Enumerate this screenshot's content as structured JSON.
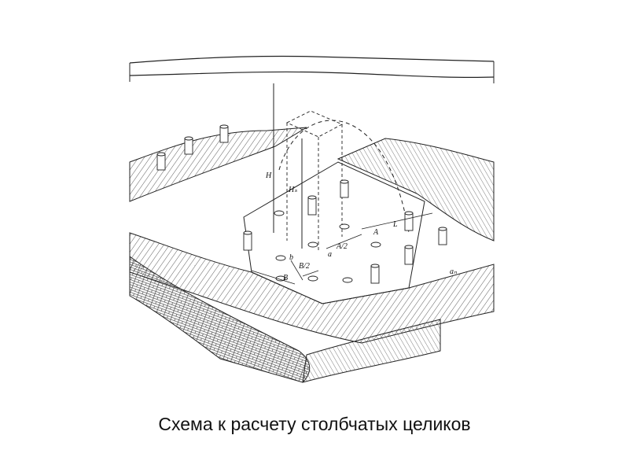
{
  "slide": {
    "caption": "Схема к расчету столбчатых целиков"
  },
  "figure": {
    "labels": {
      "H": "H",
      "Hs": "Hₛ",
      "L": "L",
      "A": "A",
      "A_half": "A/2",
      "B_half": "B/2",
      "B": "B",
      "a": "a",
      "b": "b",
      "an": "aₙ"
    }
  }
}
